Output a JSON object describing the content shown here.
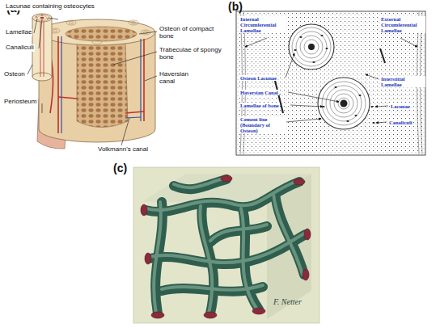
{
  "diagram": {
    "labels": [
      "(a)",
      "(b)",
      "(c)",
      "Lacunae containing osteocytes",
      "Lamellae",
      "Canaliculi",
      "Osteon",
      "Periosteum",
      "Osteon of compact bone",
      "Trabeculae of spongy bone",
      "Haversian canal",
      "Volkmann's canal",
      "Internal Circumferential Lamellae",
      "External Circumferential Lamellae",
      "Osteon Lacunae",
      "Interstitial Lamellae",
      "Haversian Canal",
      "Lamellae of bone",
      "Lacunae",
      "Cement line (Boundary of Osteon)",
      "Canaliculi",
      "F. Netter"
    ]
  }
}
